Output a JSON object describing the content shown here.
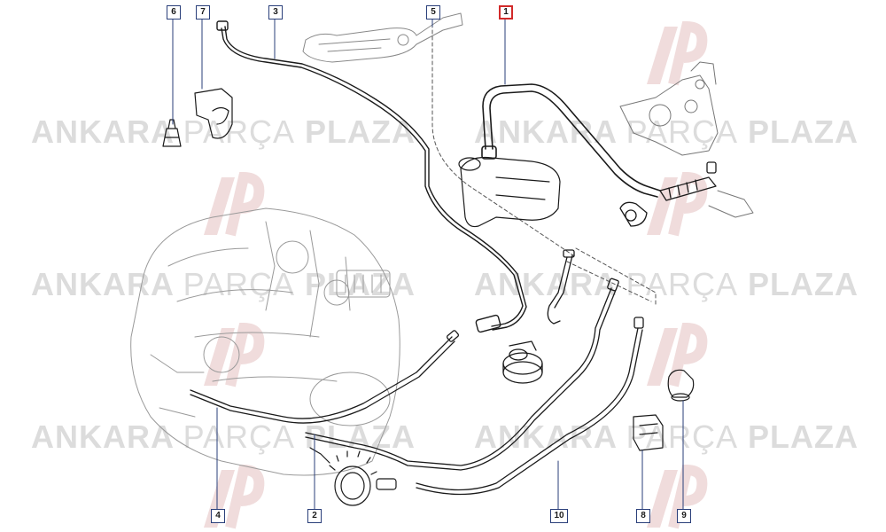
{
  "watermark": {
    "word1": "ANKARA",
    "word2": "PARÇA",
    "word3": "PLAZA",
    "color": "#dcdcdc"
  },
  "callouts": [
    {
      "id": "c1",
      "label": "1",
      "highlight": true
    },
    {
      "id": "c2",
      "label": "2"
    },
    {
      "id": "c3",
      "label": "3"
    },
    {
      "id": "c4",
      "label": "4"
    },
    {
      "id": "c5",
      "label": "5"
    },
    {
      "id": "c6",
      "label": "6"
    },
    {
      "id": "c7",
      "label": "7"
    },
    {
      "id": "c8",
      "label": "8"
    },
    {
      "id": "c9",
      "label": "9"
    },
    {
      "id": "c10",
      "label": "10"
    }
  ],
  "colors": {
    "line": "#1a1a1a",
    "callout_border": "#2a3f7a",
    "highlight": "#d22a2a",
    "part_shade": "#cfcfcf"
  }
}
